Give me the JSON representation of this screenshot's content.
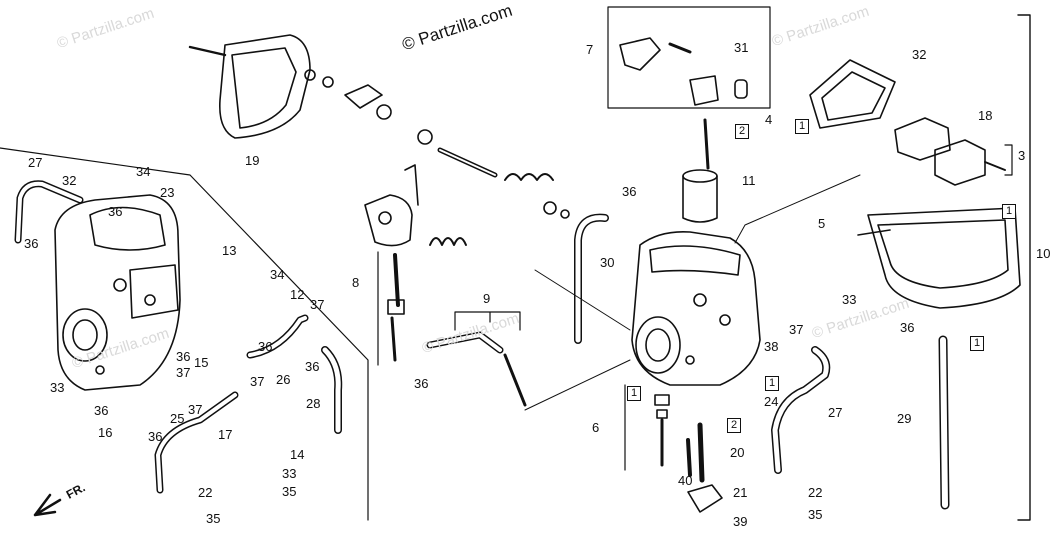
{
  "copyright": "© Partzilla.com",
  "watermark": "© Partzilla.com",
  "front_label": "FR.",
  "callouts": [
    {
      "id": "c27a",
      "text": "27"
    },
    {
      "id": "c32a",
      "text": "32"
    },
    {
      "id": "c34a",
      "text": "34"
    },
    {
      "id": "c23",
      "text": "23"
    },
    {
      "id": "c36a",
      "text": "36"
    },
    {
      "id": "c36b",
      "text": "36"
    },
    {
      "id": "c19",
      "text": "19"
    },
    {
      "id": "c13",
      "text": "13"
    },
    {
      "id": "c34b",
      "text": "34"
    },
    {
      "id": "c12",
      "text": "12"
    },
    {
      "id": "c37a",
      "text": "37"
    },
    {
      "id": "c8",
      "text": "8"
    },
    {
      "id": "c9",
      "text": "9"
    },
    {
      "id": "c36c",
      "text": "36"
    },
    {
      "id": "c26",
      "text": "26"
    },
    {
      "id": "c36d",
      "text": "36"
    },
    {
      "id": "c36e",
      "text": "36"
    },
    {
      "id": "c37b",
      "text": "37"
    },
    {
      "id": "c15",
      "text": "15"
    },
    {
      "id": "c37c",
      "text": "37"
    },
    {
      "id": "c33a",
      "text": "33"
    },
    {
      "id": "c36f",
      "text": "36"
    },
    {
      "id": "c37d",
      "text": "37"
    },
    {
      "id": "c25",
      "text": "25"
    },
    {
      "id": "c16",
      "text": "16"
    },
    {
      "id": "c36g",
      "text": "36"
    },
    {
      "id": "c17",
      "text": "17"
    },
    {
      "id": "c28",
      "text": "28"
    },
    {
      "id": "c14",
      "text": "14"
    },
    {
      "id": "c33b",
      "text": "33"
    },
    {
      "id": "c35a",
      "text": "35"
    },
    {
      "id": "c22a",
      "text": "22"
    },
    {
      "id": "c35b",
      "text": "35"
    },
    {
      "id": "c36h",
      "text": "36"
    },
    {
      "id": "c7",
      "text": "7"
    },
    {
      "id": "c31",
      "text": "31"
    },
    {
      "id": "c2a",
      "text": "2"
    },
    {
      "id": "c11",
      "text": "11"
    },
    {
      "id": "c36i",
      "text": "36"
    },
    {
      "id": "c30",
      "text": "30"
    },
    {
      "id": "c4",
      "text": "4"
    },
    {
      "id": "c32b",
      "text": "32"
    },
    {
      "id": "c18",
      "text": "18"
    },
    {
      "id": "c3",
      "text": "3"
    },
    {
      "id": "c5",
      "text": "5"
    },
    {
      "id": "c10",
      "text": "10"
    },
    {
      "id": "c33c",
      "text": "33"
    },
    {
      "id": "c36j",
      "text": "36"
    },
    {
      "id": "c37e",
      "text": "37"
    },
    {
      "id": "c38",
      "text": "38"
    },
    {
      "id": "c24",
      "text": "24"
    },
    {
      "id": "c6",
      "text": "6"
    },
    {
      "id": "c2b",
      "text": "2"
    },
    {
      "id": "c20",
      "text": "20"
    },
    {
      "id": "c40",
      "text": "40"
    },
    {
      "id": "c21",
      "text": "21"
    },
    {
      "id": "c39",
      "text": "39"
    },
    {
      "id": "c27b",
      "text": "27"
    },
    {
      "id": "c29",
      "text": "29"
    },
    {
      "id": "c22b",
      "text": "22"
    },
    {
      "id": "c35c",
      "text": "35"
    }
  ],
  "boxed": [
    {
      "id": "b1a",
      "text": "1"
    },
    {
      "id": "b2",
      "text": "2"
    },
    {
      "id": "b1b",
      "text": "1"
    },
    {
      "id": "b1c",
      "text": "1"
    },
    {
      "id": "b1d",
      "text": "1"
    },
    {
      "id": "b1e",
      "text": "1"
    },
    {
      "id": "b2b",
      "text": "2"
    }
  ]
}
